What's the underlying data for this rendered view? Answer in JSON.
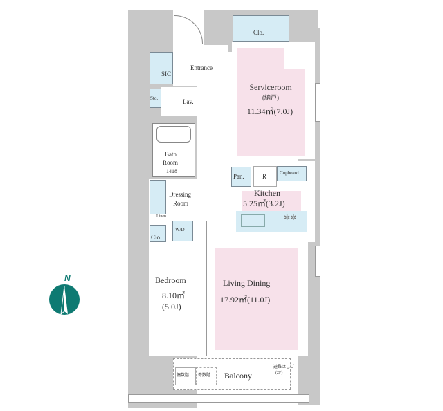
{
  "rooms": {
    "closet_top": "Clo.",
    "entrance": "Entrance",
    "sic": "SIC",
    "storage": "Sto.",
    "lavatory": "Lav.",
    "serviceroom": {
      "name": "Serviceroom",
      "sub": "(納戸)",
      "area": "11.34㎡(7.0J)"
    },
    "bath": {
      "name": "Bath",
      "name2": "Room",
      "size": "1418"
    },
    "dressing": {
      "name": "Dressing",
      "name2": "Room"
    },
    "linen": "Linen",
    "wd": "W/D",
    "closet_left": "Clo.",
    "pantry": "Pan.",
    "refrigerator": "R",
    "cupboard": "Cupboard",
    "kitchen": {
      "name": "Kitchen",
      "area": "5.25㎡(3.2J)"
    },
    "bedroom": {
      "name": "Bedroom",
      "area": "8.10㎡",
      "tatami": "(5.0J)"
    },
    "living": {
      "name": "Living Dining",
      "area": "17.92㎡(11.0J)"
    },
    "balcony": "Balcony",
    "even_floor": "偶数階",
    "odd_floor": "奇数階",
    "escape_ladder": "避難はしご",
    "escape_floor": "(2F)"
  },
  "compass": {
    "label": "N",
    "color": "#0e7a72"
  },
  "colors": {
    "wall": "#c8c8c8",
    "storage": "#d6ecf5",
    "living": "#f7e1ea"
  }
}
